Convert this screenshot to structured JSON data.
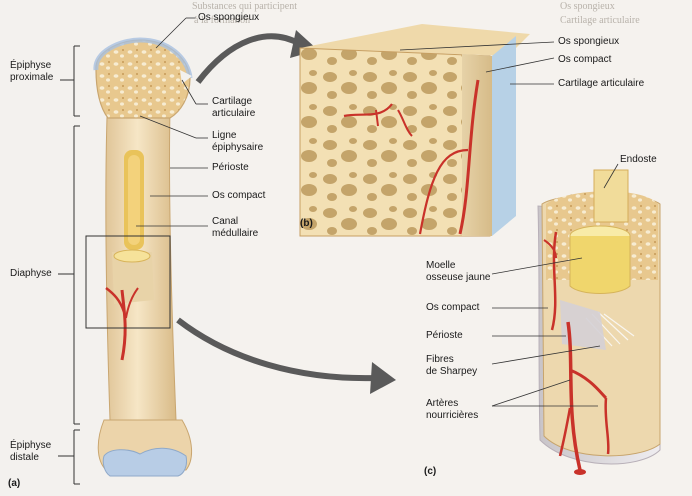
{
  "labels": {
    "epiphyse_proximale": "Épiphyse\nproximale",
    "diaphyse": "Diaphyse",
    "epiphyse_distale": "Épiphyse\ndistale",
    "os_spongieux_a": "Os spongieux",
    "cartilage_articulaire_a": "Cartilage\narticulaire",
    "ligne_epiphysaire": "Ligne\népiphysaire",
    "perioste_a": "Périoste",
    "os_compact_a": "Os compact",
    "canal_medullaire": "Canal\nmédullaire",
    "os_spongieux_b": "Os spongieux",
    "os_compact_b": "Os compact",
    "cartilage_articulaire_b": "Cartilage articulaire",
    "endoste": "Endoste",
    "moelle_osseuse_jaune": "Moelle\nosseuse jaune",
    "os_compact_c": "Os compact",
    "perioste_c": "Périoste",
    "fibres_de_sharpey": "Fibres\nde Sharpey",
    "arteres_nourricieres": "Artères\nnourricières"
  },
  "panels": {
    "a": "(a)",
    "b": "(b)",
    "c": "(c)"
  },
  "background_text": {
    "line1": "Substances qui participent",
    "line2": "à la formation",
    "line3": "Os spongieux",
    "line4": "Cartilage articulaire"
  },
  "colors": {
    "bone": "#ecd9b4",
    "spongy": "#e6c48a",
    "marrow": "#f2de7a",
    "cartilage": "#b8cde6",
    "artery": "#c9322a",
    "leader": "#333333"
  }
}
